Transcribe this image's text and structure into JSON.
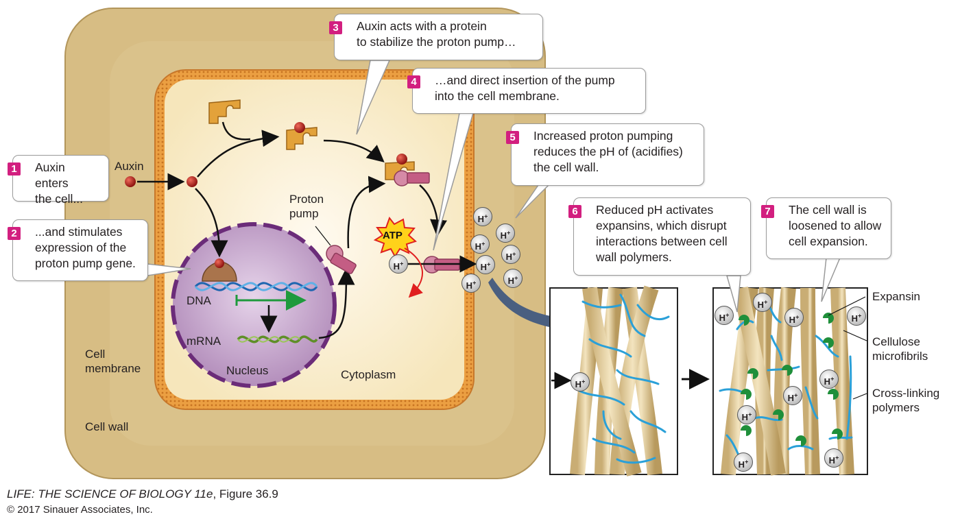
{
  "callouts": [
    {
      "num": "1",
      "text_lines": [
        "Auxin enters",
        "the cell..."
      ]
    },
    {
      "num": "2",
      "text_lines": [
        "...and stimulates",
        "expression of the",
        "proton pump gene."
      ]
    },
    {
      "num": "3",
      "text_lines": [
        "Auxin acts with a protein",
        "to stabilize the proton pump…"
      ]
    },
    {
      "num": "4",
      "text_lines": [
        "…and direct insertion of the pump",
        "into the cell membrane."
      ]
    },
    {
      "num": "5",
      "text_lines": [
        "Increased proton pumping",
        "reduces the pH of (acidifies)",
        "the cell wall."
      ]
    },
    {
      "num": "6",
      "text_lines": [
        "Reduced pH activates",
        "expansins, which disrupt",
        "interactions between cell",
        "wall polymers."
      ]
    },
    {
      "num": "7",
      "text_lines": [
        "The cell wall is",
        "loosened to allow",
        "cell expansion."
      ]
    }
  ],
  "labels": {
    "auxin": "Auxin",
    "proton_pump": [
      "Proton",
      "pump"
    ],
    "atp": "ATP",
    "dna": "DNA",
    "mrna": "mRNA",
    "nucleus": "Nucleus",
    "cytoplasm": "Cytoplasm",
    "cell_membrane": [
      "Cell",
      "membrane"
    ],
    "cell_wall": "Cell wall",
    "expansin": "Expansin",
    "cellulose": [
      "Cellulose",
      "microfibrils"
    ],
    "crosslinking": [
      "Cross-linking",
      "polymers"
    ],
    "h_plus": "H+"
  },
  "footer": {
    "title_italic": "LIFE: THE SCIENCE OF BIOLOGY 11e",
    "title_rest": ", Figure 36.9",
    "copyright": "© 2017 Sinauer Associates, Inc."
  },
  "colors": {
    "cell_wall": "#d8bf87",
    "membrane": "#e89a3a",
    "cytoplasm": "#fbf1d4",
    "nucleus": "#c9a9cf",
    "step_badge": "#d21f7f",
    "polymer": "#2aa0d8",
    "expansin": "#1f8f3a",
    "auxin": "#b8221e"
  }
}
